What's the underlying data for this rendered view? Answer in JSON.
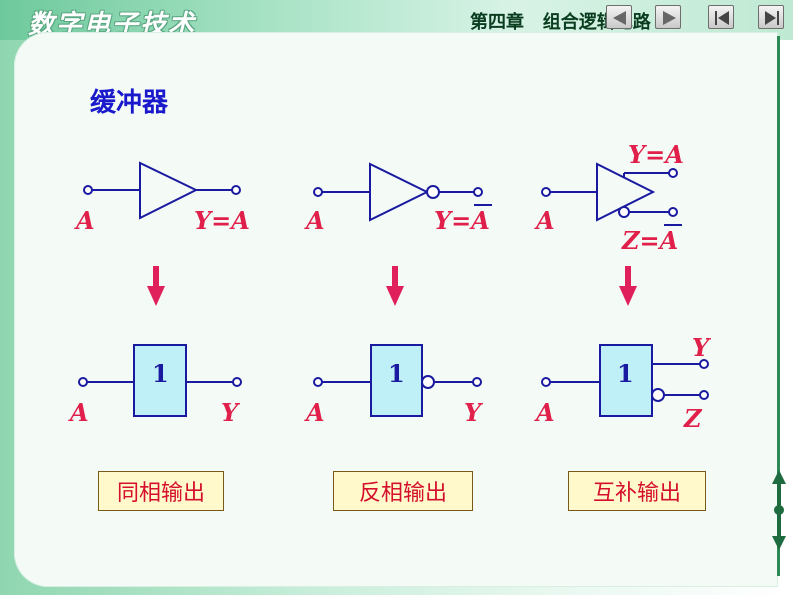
{
  "header": {
    "brand": "数字电子技术",
    "chapter": "第四章   组合逻辑电路"
  },
  "nav": {
    "buttons": [
      {
        "name": "prev-slide-button",
        "icon": "triangle-left-icon"
      },
      {
        "name": "next-slide-button",
        "icon": "triangle-right-icon"
      },
      {
        "name": "first-slide-button",
        "icon": "skip-first-icon"
      },
      {
        "name": "last-slide-button",
        "icon": "skip-last-icon"
      }
    ]
  },
  "slide": {
    "title": "缓冲器",
    "colors": {
      "title": "#1a1acc",
      "signal": "#e0204a",
      "circuit": "#1a1aa0",
      "arrow": "#e0205a",
      "box_fill": "#bff0f8"
    },
    "buffers": [
      {
        "input": "A",
        "output": "Y=A",
        "output_bar": false
      },
      {
        "input": "A",
        "output": "Y=A",
        "output_bar": true
      },
      {
        "input": "A",
        "output_top": "Y=A",
        "output_bottom": "Z=A",
        "bottom_bar": true
      }
    ],
    "symbols": [
      {
        "gate_text": "1",
        "input": "A",
        "output": "Y"
      },
      {
        "gate_text": "1",
        "input": "A",
        "output": "Y"
      },
      {
        "gate_text": "1",
        "input": "A",
        "output_top": "Y",
        "output_bottom": "Z"
      }
    ],
    "labels": [
      "同相输出",
      "反相输出",
      "互补输出"
    ]
  }
}
